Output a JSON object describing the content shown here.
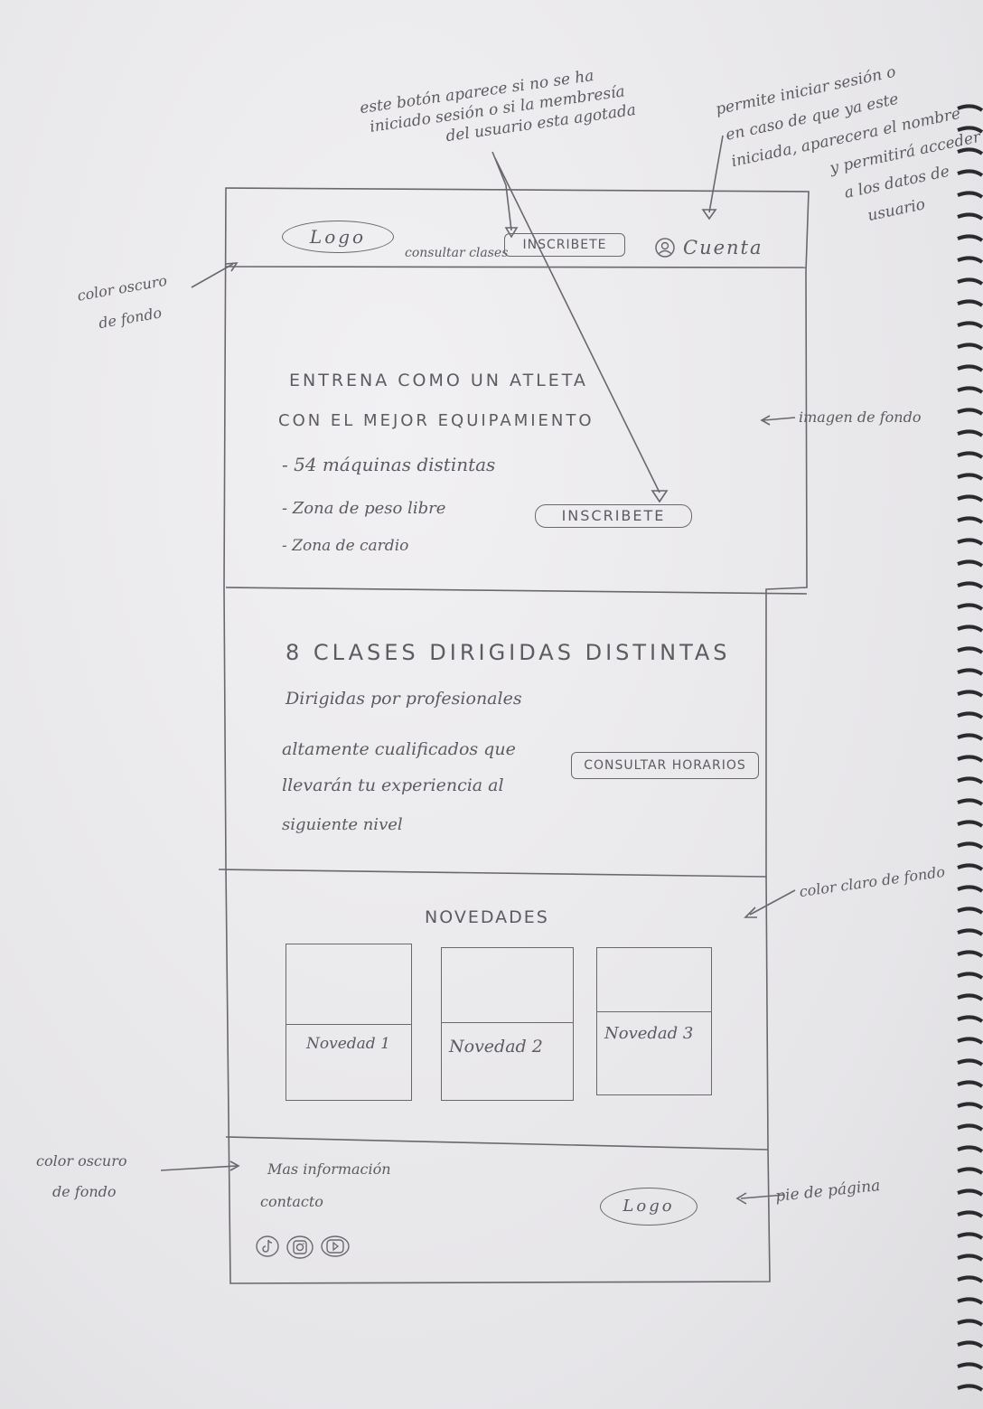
{
  "annotations": {
    "signup_note": [
      "este botón aparece si no se ha",
      "iniciado sesión o si la membresía",
      "del usuario esta agotada"
    ],
    "account_note": [
      "permite iniciar sesión o",
      "en caso de que ya este",
      "iniciada, aparecera el nombre",
      "y permitirá acceder",
      "a los datos de",
      "usuario"
    ],
    "dark_bg_top": [
      "color oscuro",
      "de fondo"
    ],
    "hero_bg": "imagen de fondo",
    "light_bg": "color claro de fondo",
    "dark_bg_footer": [
      "color oscuro",
      "de fondo"
    ],
    "footer_note": "pie de página"
  },
  "header": {
    "logo": "Logo",
    "classes_link": "consultar clases",
    "signup_button": "INSCRIBETE",
    "account_label": "Cuenta"
  },
  "hero": {
    "line1": "ENTRENA COMO UN ATLETA",
    "line2": "CON EL MEJOR EQUIPAMIENTO",
    "bullets": [
      "- 54 máquinas distintas",
      "- Zona de peso libre",
      "- Zona de cardio"
    ],
    "signup_button": "INSCRIBETE"
  },
  "classes": {
    "title": "8 CLASES DIRIGIDAS DISTINTAS",
    "desc": [
      "Dirigidas por profesionales",
      "altamente cualificados que",
      "llevarán tu experiencia al",
      "siguiente nivel"
    ],
    "schedule_button": "CONSULTAR HORARIOS"
  },
  "news": {
    "title": "NOVEDADES",
    "cards": [
      "Novedad 1",
      "Novedad 2",
      "Novedad 3"
    ]
  },
  "footer": {
    "info": "Mas información",
    "contact": "contacto",
    "logo": "Logo"
  }
}
